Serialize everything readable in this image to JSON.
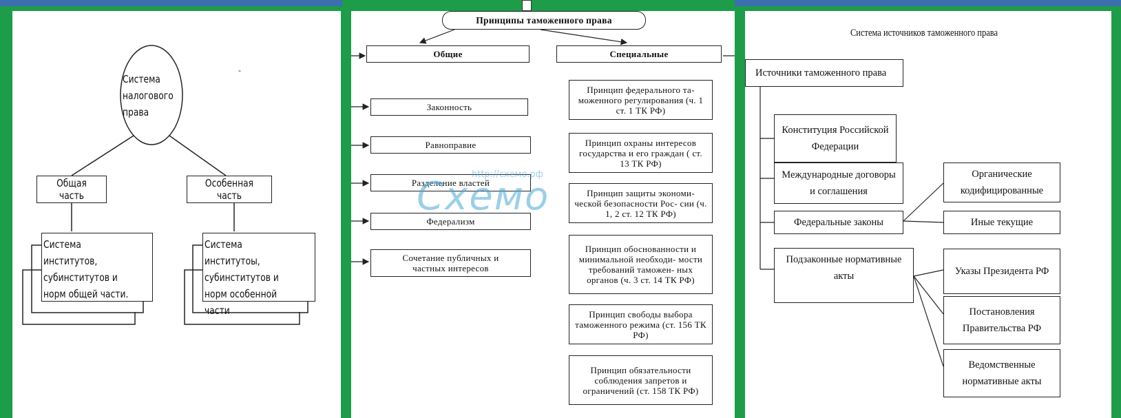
{
  "left_diagram": {
    "center": "Система налогового права",
    "general_part": "Общая часть",
    "special_part": "Особенная часть",
    "general_items": "Система институтов, субинститутов и норм общей части.",
    "special_items": "Система институтоы, субинститутов и норм особенной части"
  },
  "middle_diagram": {
    "title": "Принципы таможенного права",
    "general": "Общие",
    "special": "Специальные",
    "general_items": [
      "Законность",
      "Равноправие",
      "Разделение властей",
      "Федерализм",
      "Сочетание публичных и частных интересов"
    ],
    "special_items": [
      "Принцип федерального та- моженного регулирования (ч. 1 ст. 1 ТК РФ)",
      "Принцип охраны интересов государства и его граждан ( ст. 13 ТК РФ)",
      "Принцип защиты экономи- ческой безопасности Рос- сии (ч. 1, 2 ст. 12 ТК РФ)",
      "Принцип обоснованности и минимальной необходи- мости требований таможен- ных органов (ч. 3 ст. 14 ТК РФ)",
      "Принцип свободы выбора таможенного режима (ст. 156 ТК РФ)",
      "Принцип обязательности соблюдения запретов и ограничений (ст. 158 ТК РФ)"
    ],
    "watermark_url": "http://схемо.рф",
    "watermark_logo": "Схемо"
  },
  "right_diagram": {
    "title": "Система источников таможенного права",
    "root": "Источники таможенного права",
    "constitution": "Конституция Российской Федерации",
    "intl": "Международные договоры и соглашения",
    "federal": "Федеральные законы",
    "bylaws": "Подзаконные нормативные акты",
    "organic": "Органические кодифицированные",
    "other": "Иные текущие",
    "decrees": "Указы Президента РФ",
    "resolutions": "Постановления Правительства РФ",
    "departmental": "Ведомственные нормативные акты"
  },
  "colors": {
    "frame": "#1d9c4a",
    "top_strip": "#3c6fb0",
    "watermark": "#4aa8d8"
  }
}
